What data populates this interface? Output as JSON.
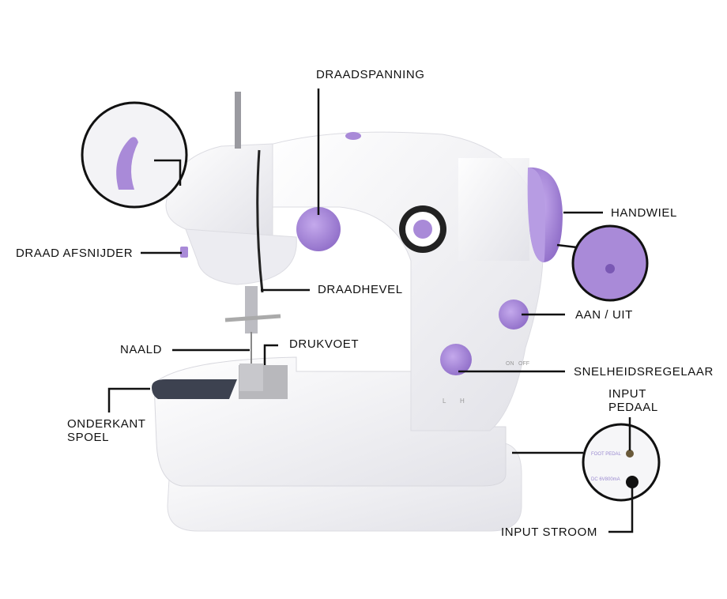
{
  "labels": {
    "draadspanning": "DRAADSPANNING",
    "draad_afsnijder": "DRAAD AFSNIJDER",
    "draadhevel": "DRAADHEVEL",
    "handwiel": "HANDWIEL",
    "aan_uit": "AAN / UIT",
    "naald": "NAALD",
    "drukvoet": "DRUKVOET",
    "snelheidsregelaar": "SNELHEIDSREGELAAR",
    "onderkant_spoel_1": "ONDERKANT",
    "onderkant_spoel_2": "SPOEL",
    "input_pedaal_1": "INPUT",
    "input_pedaal_2": "PEDAAL",
    "input_stroom": "INPUT STROOM"
  },
  "machine_markings": {
    "switch_on": "ON",
    "switch_off": "OFF",
    "speed_low": "L",
    "speed_high": "H",
    "foot_pedal": "FOOT PEDAL",
    "dc_input": "DC 6V800mA"
  },
  "colors": {
    "body": "#f4f4f7",
    "accent": "#a98ad8",
    "accent_dark": "#8a68c4",
    "plate": "#3d4250",
    "line": "#111111"
  }
}
